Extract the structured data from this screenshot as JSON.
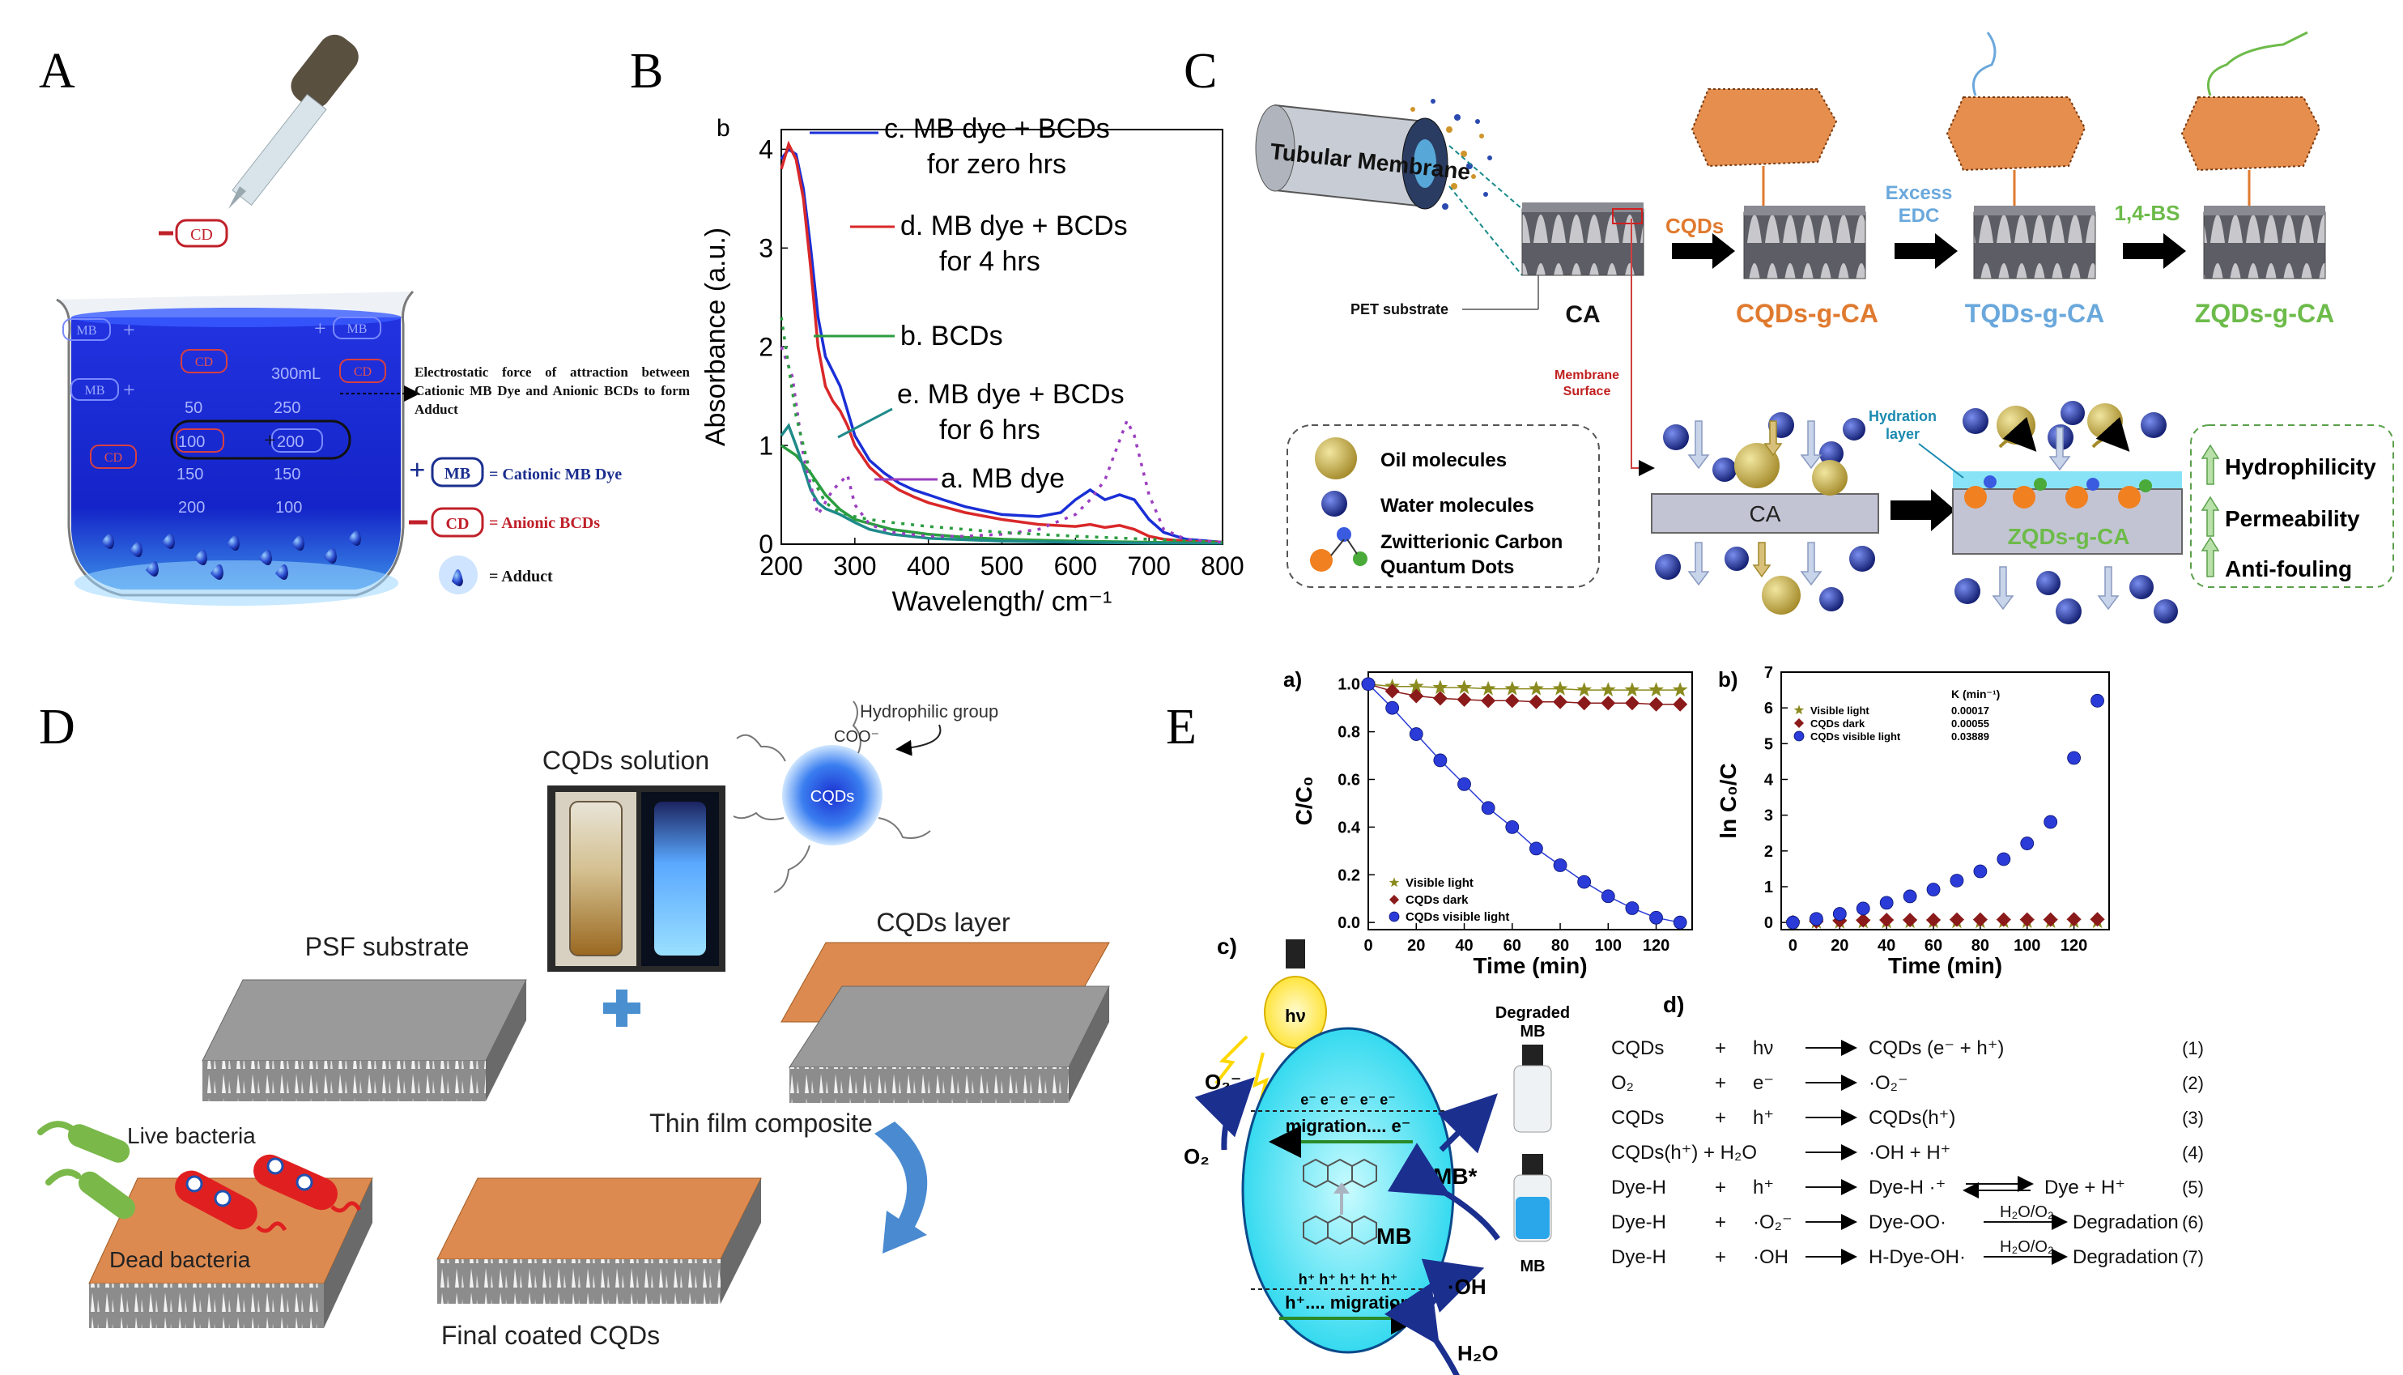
{
  "panel_letters": {
    "a": "A",
    "b": "B",
    "c": "C",
    "d": "D",
    "e": "E"
  },
  "colors": {
    "mb_blue": "#1a2fd6",
    "cd_red": "#c0202a",
    "cqd_orange": "#e07a2f",
    "zqd_green": "#6dbb4a",
    "tqd_blue": "#6aa8dc",
    "navy": "#1b2f8f"
  },
  "panel_a": {
    "cd_tag": "CD",
    "mb_tag": "MB",
    "beaker_marks": [
      "300mL",
      "250",
      "50",
      "200",
      "100",
      "150",
      "150",
      "100",
      "200"
    ],
    "annotation": "Electrostatic force of attraction between Cationic MB Dye and Anionic BCDs to form Adduct",
    "legend": {
      "mb_label": "= Cationic MB Dye",
      "cd_label": "= Anionic BCDs",
      "adduct_label": "= Adduct"
    }
  },
  "panel_c": {
    "tubular": "Tubular Membrane",
    "pet": "PET substrate",
    "ca": "CA",
    "cqds": "CQDs",
    "excess": "Excess",
    "edc": "EDC",
    "bs": "1,4-BS",
    "cqds_g_ca": "CQDs-g-CA",
    "tqds_g_ca": "TQDs-g-CA",
    "zqds_g_ca": "ZQDs-g-CA",
    "membrane_surface": [
      "Membrane",
      "Surface"
    ],
    "legend": {
      "oil": "Oil molecules",
      "water": "Water molecules",
      "zwit1": "Zwitterionic Carbon",
      "zwit2": "Quantum Dots"
    },
    "hydration": [
      "Hydration",
      "layer"
    ],
    "props": [
      "Hydrophilicity",
      "Permeability",
      "Anti-fouling"
    ]
  },
  "panel_d": {
    "cqd_solution": "CQDs solution",
    "hydrophilic": "Hydrophilic group",
    "coo": "COO⁻",
    "cqds_dot": "CQDs",
    "psf": "PSF substrate",
    "cqd_layer": "CQDs layer",
    "tfc": "Thin film composite",
    "live": "Live bacteria",
    "dead": "Dead bacteria",
    "final": "Final coated CQDs"
  },
  "panel_e": {
    "c_label": "c)",
    "d_label": "d)",
    "hv": "hν",
    "degraded": [
      "Degraded",
      "MB"
    ],
    "mb_bottle": "MB",
    "o2_minus": "O₂⁻",
    "o2": "O₂",
    "oh": "·OH",
    "h2o": "H₂O",
    "mb_star": "MB*",
    "mb": "MB",
    "electrons": "e⁻  e⁻  e⁻  e⁻  e⁻",
    "holes": "h⁺  h⁺  h⁺  h⁺  h⁺",
    "migration1": "migration.... e⁻",
    "migration2": "h⁺.... migration",
    "reactions": [
      {
        "a": "CQDs",
        "b": "hν",
        "c": "CQDs (e⁻ + h⁺)",
        "n": "(1)"
      },
      {
        "a": "O₂",
        "b": "e⁻",
        "c": "·O₂⁻",
        "n": "(2)"
      },
      {
        "a": "CQDs",
        "b": "h⁺",
        "c": "CQDs(h⁺)",
        "n": "(3)"
      },
      {
        "a": "CQDs(h⁺) + H₂O",
        "b": "",
        "c": "·OH  +  H⁺",
        "n": "(4)"
      },
      {
        "a": "Dye-H",
        "b": "h⁺",
        "c": "Dye-H ·⁺",
        "d": "Dye  + H⁺",
        "n": "(5)"
      },
      {
        "a": "Dye-H",
        "b": "·O₂⁻",
        "c": "Dye-OO·",
        "cat": "H₂O/O₂",
        "d": "Degradation",
        "n": "(6)"
      },
      {
        "a": "Dye-H",
        "b": "·OH",
        "c": "H-Dye-OH·",
        "cat": "H₂O/O₂",
        "d": "Degradation",
        "n": "(7)"
      }
    ],
    "plus": "+"
  },
  "chart_data": [
    {
      "id": "panel-b",
      "type": "line",
      "panel_tag": "b",
      "xlabel": "Wavelength/ cm⁻¹",
      "ylabel": "Absorbance (a.u.)",
      "xlim": [
        200,
        800
      ],
      "ylim": [
        0,
        4.2
      ],
      "xticks": [
        200,
        300,
        400,
        500,
        600,
        700,
        800
      ],
      "yticks": [
        0,
        1,
        2,
        3,
        4
      ],
      "series": [
        {
          "name": "c. MB dye + BCDs\nfor zero hrs",
          "color": "#1a2fd6",
          "dash": "",
          "x": [
            200,
            210,
            220,
            230,
            240,
            250,
            260,
            270,
            280,
            290,
            300,
            320,
            340,
            360,
            380,
            400,
            420,
            450,
            500,
            550,
            580,
            600,
            620,
            640,
            660,
            680,
            700,
            720,
            750,
            800
          ],
          "y": [
            3.9,
            4.0,
            3.95,
            3.6,
            3.0,
            2.3,
            1.9,
            1.75,
            1.6,
            1.35,
            1.1,
            0.85,
            0.72,
            0.62,
            0.55,
            0.5,
            0.45,
            0.38,
            0.3,
            0.28,
            0.32,
            0.45,
            0.55,
            0.45,
            0.5,
            0.45,
            0.25,
            0.12,
            0.05,
            0.02
          ]
        },
        {
          "name": "d. MB dye + BCDs\nfor 4 hrs",
          "color": "#d9282a",
          "dash": "",
          "x": [
            200,
            210,
            220,
            230,
            240,
            250,
            260,
            270,
            280,
            290,
            300,
            320,
            340,
            360,
            380,
            400,
            450,
            500,
            550,
            600,
            620,
            640,
            660,
            680,
            700,
            720,
            750,
            800
          ],
          "y": [
            3.8,
            4.05,
            3.9,
            3.5,
            2.8,
            2.0,
            1.6,
            1.45,
            1.35,
            1.2,
            1.0,
            0.78,
            0.65,
            0.55,
            0.48,
            0.42,
            0.32,
            0.25,
            0.2,
            0.18,
            0.2,
            0.17,
            0.19,
            0.15,
            0.08,
            0.05,
            0.03,
            0.02
          ]
        },
        {
          "name": "b. BCDs",
          "color": "#2a9d3f",
          "dash": "",
          "x": [
            200,
            220,
            240,
            260,
            280,
            300,
            350,
            400,
            450,
            500,
            600,
            700,
            800
          ],
          "y": [
            1.0,
            0.9,
            0.72,
            0.5,
            0.35,
            0.25,
            0.15,
            0.1,
            0.07,
            0.05,
            0.03,
            0.02,
            0.01
          ]
        },
        {
          "name": "e. MB dye + BCDs\nfor 6 hrs",
          "color": "#1f8a8a",
          "dash": "",
          "x": [
            200,
            210,
            220,
            230,
            240,
            250,
            260,
            270,
            280,
            300,
            320,
            350,
            400,
            500,
            600,
            700,
            800
          ],
          "y": [
            1.1,
            1.2,
            1.0,
            0.78,
            0.55,
            0.42,
            0.36,
            0.33,
            0.3,
            0.22,
            0.15,
            0.1,
            0.06,
            0.03,
            0.02,
            0.01,
            0.01
          ]
        },
        {
          "name": "a. MB dye",
          "color": "#9b3fc0",
          "dash": "4 8",
          "x": [
            200,
            215,
            230,
            250,
            270,
            290,
            300,
            320,
            350,
            400,
            450,
            500,
            550,
            600,
            620,
            640,
            660,
            670,
            680,
            700,
            720,
            750,
            800
          ],
          "y": [
            2.0,
            1.7,
            0.9,
            0.3,
            0.55,
            0.7,
            0.4,
            0.2,
            0.12,
            0.08,
            0.08,
            0.1,
            0.15,
            0.3,
            0.45,
            0.65,
            1.05,
            1.25,
            1.1,
            0.5,
            0.15,
            0.05,
            0.02
          ]
        },
        {
          "name": "",
          "color": "#2a9d3f",
          "dash": "4 8",
          "x": [
            200,
            220,
            240,
            260,
            280,
            300,
            320,
            350,
            400,
            450,
            500,
            600,
            700,
            800
          ],
          "y": [
            2.3,
            1.3,
            0.7,
            0.42,
            0.32,
            0.28,
            0.25,
            0.22,
            0.18,
            0.15,
            0.12,
            0.08,
            0.05,
            0.02
          ]
        }
      ]
    },
    {
      "id": "panel-e-a",
      "type": "scatter",
      "panel_tag": "a)",
      "xlabel": "Time (min)",
      "ylabel": "C/C₀",
      "xlim": [
        0,
        135
      ],
      "ylim": [
        -0.03,
        1.05
      ],
      "xticks": [
        0,
        20,
        40,
        60,
        80,
        100,
        120
      ],
      "yticks": [
        0.0,
        0.2,
        0.4,
        0.6,
        0.8,
        1.0
      ],
      "series": [
        {
          "name": "Visible light",
          "color": "#8a8a1e",
          "marker": "star",
          "x": [
            0,
            10,
            20,
            30,
            40,
            50,
            60,
            70,
            80,
            90,
            100,
            110,
            120,
            130
          ],
          "y": [
            1.0,
            0.99,
            0.99,
            0.985,
            0.985,
            0.98,
            0.98,
            0.98,
            0.98,
            0.975,
            0.975,
            0.975,
            0.975,
            0.975
          ]
        },
        {
          "name": "CQDs dark",
          "color": "#8b1a1a",
          "marker": "diamond",
          "x": [
            0,
            10,
            20,
            30,
            40,
            50,
            60,
            70,
            80,
            90,
            100,
            110,
            120,
            130
          ],
          "y": [
            1.0,
            0.97,
            0.95,
            0.94,
            0.935,
            0.93,
            0.93,
            0.925,
            0.925,
            0.92,
            0.92,
            0.92,
            0.915,
            0.915
          ]
        },
        {
          "name": "CQDs visible light",
          "color": "#2a3bd8",
          "marker": "circle",
          "x": [
            0,
            10,
            20,
            30,
            40,
            50,
            60,
            70,
            80,
            90,
            100,
            110,
            120,
            130
          ],
          "y": [
            1.0,
            0.9,
            0.79,
            0.68,
            0.58,
            0.48,
            0.4,
            0.31,
            0.24,
            0.17,
            0.11,
            0.06,
            0.02,
            0.0
          ]
        }
      ]
    },
    {
      "id": "panel-e-b",
      "type": "scatter",
      "panel_tag": "b)",
      "xlabel": "Time (min)",
      "ylabel": "ln C₀/C",
      "xlim": [
        -5,
        135
      ],
      "ylim": [
        -0.2,
        7
      ],
      "xticks": [
        0,
        20,
        40,
        60,
        80,
        100,
        120
      ],
      "yticks": [
        0,
        1,
        2,
        3,
        4,
        5,
        6,
        7
      ],
      "legend_header": "K (min⁻¹)",
      "series": [
        {
          "name": "Visible light",
          "k": "0.00017",
          "color": "#8a8a1e",
          "marker": "star",
          "x": [
            0,
            10,
            20,
            30,
            40,
            50,
            60,
            70,
            80,
            90,
            100,
            110,
            120,
            130
          ],
          "y": [
            0,
            0.01,
            0.01,
            0.015,
            0.015,
            0.02,
            0.02,
            0.02,
            0.02,
            0.025,
            0.025,
            0.025,
            0.025,
            0.025
          ]
        },
        {
          "name": "CQDs dark",
          "k": "0.00055",
          "color": "#8b1a1a",
          "marker": "diamond",
          "x": [
            0,
            10,
            20,
            30,
            40,
            50,
            60,
            70,
            80,
            90,
            100,
            110,
            120,
            130
          ],
          "y": [
            0,
            0.03,
            0.05,
            0.06,
            0.07,
            0.07,
            0.07,
            0.08,
            0.08,
            0.08,
            0.08,
            0.08,
            0.09,
            0.09
          ]
        },
        {
          "name": "CQDs visible light",
          "k": "0.03889",
          "color": "#2a3bd8",
          "marker": "circle",
          "x": [
            0,
            10,
            20,
            30,
            40,
            50,
            60,
            70,
            80,
            90,
            100,
            110,
            120,
            130
          ],
          "y": [
            0,
            0.1,
            0.24,
            0.39,
            0.55,
            0.73,
            0.92,
            1.17,
            1.43,
            1.77,
            2.21,
            2.81,
            4.6,
            6.2
          ]
        }
      ]
    }
  ]
}
